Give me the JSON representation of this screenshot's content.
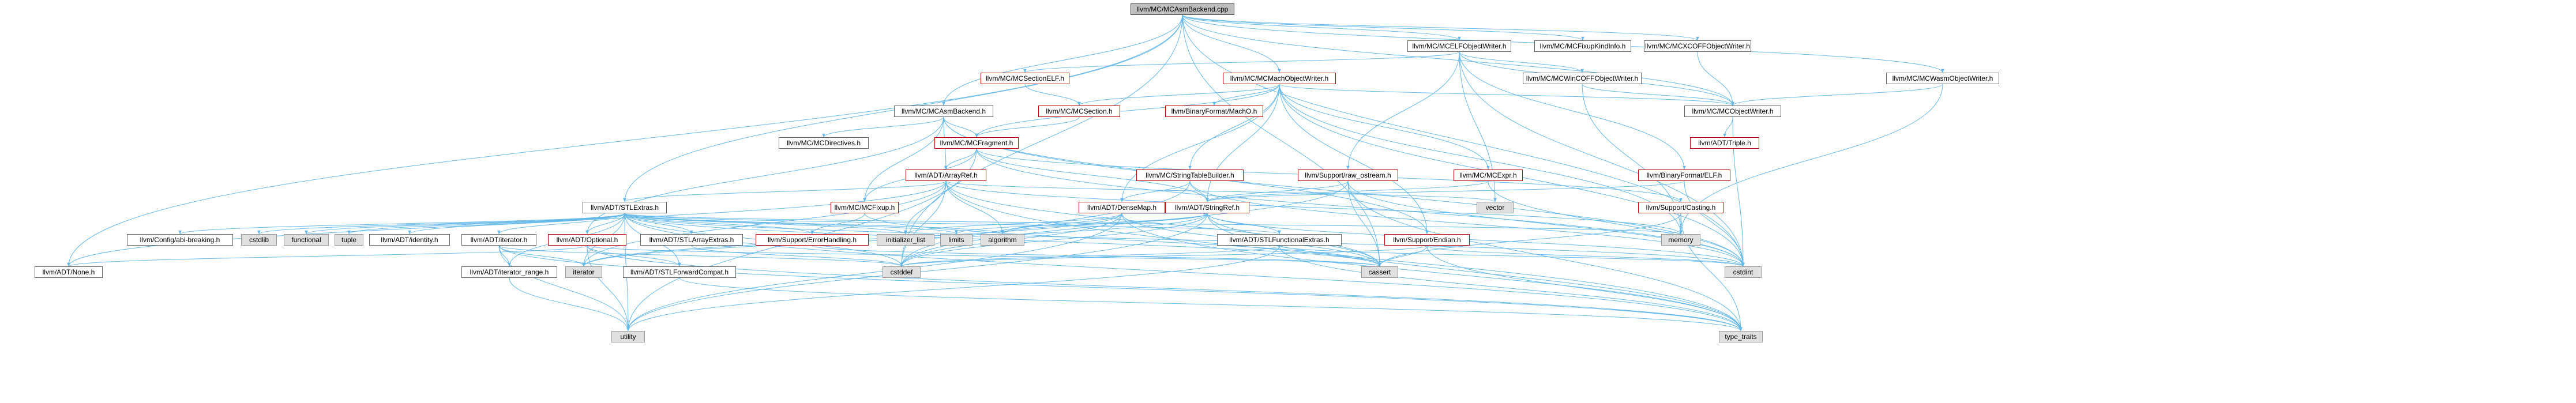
{
  "graph": {
    "nodes": [
      {
        "id": "root",
        "label": "llvm/MC/MCAsmBackend.cpp",
        "kind": "root"
      },
      {
        "id": "elfw",
        "label": "llvm/MC/MCELFObjectWriter.h",
        "kind": "normal"
      },
      {
        "id": "fixk",
        "label": "llvm/MC/MCFixupKindInfo.h",
        "kind": "normal"
      },
      {
        "id": "xcoff",
        "label": "llvm/MC/MCXCOFFObjectWriter.h",
        "kind": "normal"
      },
      {
        "id": "wasm",
        "label": "llvm/MC/MCWasmObjectWriter.h",
        "kind": "normal"
      },
      {
        "id": "secelf",
        "label": "llvm/MC/MCSectionELF.h",
        "kind": "red"
      },
      {
        "id": "macho",
        "label": "llvm/MC/MCMachObjectWriter.h",
        "kind": "red"
      },
      {
        "id": "wincoff",
        "label": "llvm/MC/MCWinCOFFObjectWriter.h",
        "kind": "normal"
      },
      {
        "id": "asmb",
        "label": "llvm/MC/MCAsmBackend.h",
        "kind": "normal"
      },
      {
        "id": "section",
        "label": "llvm/MC/MCSection.h",
        "kind": "red"
      },
      {
        "id": "bmacho",
        "label": "llvm/BinaryFormat/MachO.h",
        "kind": "red"
      },
      {
        "id": "objw",
        "label": "llvm/MC/MCObjectWriter.h",
        "kind": "normal"
      },
      {
        "id": "directives",
        "label": "llvm/MC/MCDirectives.h",
        "kind": "normal"
      },
      {
        "id": "fragment",
        "label": "llvm/MC/MCFragment.h",
        "kind": "red"
      },
      {
        "id": "triple",
        "label": "llvm/ADT/Triple.h",
        "kind": "red"
      },
      {
        "id": "arrayref",
        "label": "llvm/ADT/ArrayRef.h",
        "kind": "red"
      },
      {
        "id": "stb",
        "label": "llvm/MC/StringTableBuilder.h",
        "kind": "red"
      },
      {
        "id": "rawos",
        "label": "llvm/Support/raw_ostream.h",
        "kind": "red"
      },
      {
        "id": "expr",
        "label": "llvm/MC/MCExpr.h",
        "kind": "red"
      },
      {
        "id": "belf",
        "label": "llvm/BinaryFormat/ELF.h",
        "kind": "red"
      },
      {
        "id": "vector",
        "label": "vector",
        "kind": "sys"
      },
      {
        "id": "stlextras",
        "label": "llvm/ADT/STLExtras.h",
        "kind": "normal"
      },
      {
        "id": "fixup",
        "label": "llvm/MC/MCFixup.h",
        "kind": "red"
      },
      {
        "id": "densemap",
        "label": "llvm/ADT/DenseMap.h",
        "kind": "red"
      },
      {
        "id": "stringref",
        "label": "llvm/ADT/StringRef.h",
        "kind": "red"
      },
      {
        "id": "casting",
        "label": "llvm/Support/Casting.h",
        "kind": "red"
      },
      {
        "id": "memory",
        "label": "memory",
        "kind": "sys"
      },
      {
        "id": "cfgbreak",
        "label": "llvm/Config/abi-breaking.h",
        "kind": "normal"
      },
      {
        "id": "cstdlib",
        "label": "cstdlib",
        "kind": "sys"
      },
      {
        "id": "functional",
        "label": "functional",
        "kind": "sys"
      },
      {
        "id": "tuple",
        "label": "tuple",
        "kind": "sys"
      },
      {
        "id": "identity",
        "label": "llvm/ADT/identity.h",
        "kind": "normal"
      },
      {
        "id": "iteratorh",
        "label": "llvm/ADT/iterator.h",
        "kind": "normal"
      },
      {
        "id": "optional",
        "label": "llvm/ADT/Optional.h",
        "kind": "red"
      },
      {
        "id": "stlarray",
        "label": "llvm/ADT/STLArrayExtras.h",
        "kind": "normal"
      },
      {
        "id": "errhand",
        "label": "llvm/Support/ErrorHandling.h",
        "kind": "red"
      },
      {
        "id": "initlist",
        "label": "initializer_list",
        "kind": "sys"
      },
      {
        "id": "limits",
        "label": "limits",
        "kind": "sys"
      },
      {
        "id": "algorithm",
        "label": "algorithm",
        "kind": "sys"
      },
      {
        "id": "stlfunc",
        "label": "llvm/ADT/STLFunctionalExtras.h",
        "kind": "normal"
      },
      {
        "id": "endian",
        "label": "llvm/Support/Endian.h",
        "kind": "red"
      },
      {
        "id": "none",
        "label": "llvm/ADT/None.h",
        "kind": "normal"
      },
      {
        "id": "itrange",
        "label": "llvm/ADT/iterator_range.h",
        "kind": "normal"
      },
      {
        "id": "iterator",
        "label": "iterator",
        "kind": "sys"
      },
      {
        "id": "stlfwd",
        "label": "llvm/ADT/STLForwardCompat.h",
        "kind": "normal"
      },
      {
        "id": "cstddef",
        "label": "cstddef",
        "kind": "sys"
      },
      {
        "id": "cassert",
        "label": "cassert",
        "kind": "sys"
      },
      {
        "id": "cstdint",
        "label": "cstdint",
        "kind": "sys"
      },
      {
        "id": "utility",
        "label": "utility",
        "kind": "sys"
      },
      {
        "id": "typetraits",
        "label": "type_traits",
        "kind": "sys"
      }
    ],
    "edges": [
      [
        "root",
        "elfw"
      ],
      [
        "root",
        "fixk"
      ],
      [
        "root",
        "xcoff"
      ],
      [
        "root",
        "wasm"
      ],
      [
        "root",
        "macho"
      ],
      [
        "root",
        "asmb"
      ],
      [
        "root",
        "objw"
      ],
      [
        "root",
        "stlextras"
      ],
      [
        "root",
        "none"
      ],
      [
        "root",
        "cassert"
      ],
      [
        "root",
        "cstddef"
      ],
      [
        "root",
        "cstdint"
      ],
      [
        "elfw",
        "secelf"
      ],
      [
        "elfw",
        "wincoff"
      ],
      [
        "elfw",
        "objw"
      ],
      [
        "elfw",
        "rawos"
      ],
      [
        "elfw",
        "vector"
      ],
      [
        "elfw",
        "belf"
      ],
      [
        "elfw",
        "cstdint"
      ],
      [
        "xcoff",
        "objw"
      ],
      [
        "wasm",
        "objw"
      ],
      [
        "wasm",
        "memory"
      ],
      [
        "wincoff",
        "objw"
      ],
      [
        "wincoff",
        "memory"
      ],
      [
        "secelf",
        "section"
      ],
      [
        "macho",
        "section"
      ],
      [
        "macho",
        "bmacho"
      ],
      [
        "macho",
        "objw"
      ],
      [
        "macho",
        "expr"
      ],
      [
        "macho",
        "stb"
      ],
      [
        "macho",
        "fragment"
      ],
      [
        "macho",
        "stringref"
      ],
      [
        "macho",
        "densemap"
      ],
      [
        "macho",
        "endian"
      ],
      [
        "macho",
        "memory"
      ],
      [
        "macho",
        "cstdint"
      ],
      [
        "asmb",
        "directives"
      ],
      [
        "asmb",
        "fragment"
      ],
      [
        "asmb",
        "fixup"
      ],
      [
        "asmb",
        "arrayref"
      ],
      [
        "asmb",
        "optional"
      ],
      [
        "asmb",
        "endian"
      ],
      [
        "asmb",
        "cstdint"
      ],
      [
        "section",
        "fragment"
      ],
      [
        "objw",
        "triple"
      ],
      [
        "objw",
        "cstdint"
      ],
      [
        "fragment",
        "arrayref"
      ],
      [
        "fragment",
        "fixup"
      ],
      [
        "fragment",
        "stringref"
      ],
      [
        "fragment",
        "casting"
      ],
      [
        "fragment",
        "utility"
      ],
      [
        "fragment",
        "cstdint"
      ],
      [
        "arrayref",
        "stlextras"
      ],
      [
        "arrayref",
        "none"
      ],
      [
        "arrayref",
        "algorithm"
      ],
      [
        "arrayref",
        "cassert"
      ],
      [
        "arrayref",
        "cstddef"
      ],
      [
        "arrayref",
        "initlist"
      ],
      [
        "arrayref",
        "iterator"
      ],
      [
        "arrayref",
        "memory"
      ],
      [
        "arrayref",
        "typetraits"
      ],
      [
        "arrayref",
        "vector"
      ],
      [
        "stb",
        "densemap"
      ],
      [
        "stb",
        "stringref"
      ],
      [
        "stb",
        "cstddef"
      ],
      [
        "stb",
        "cstdint"
      ],
      [
        "rawos",
        "stringref"
      ],
      [
        "rawos",
        "cassert"
      ],
      [
        "rawos",
        "cstddef"
      ],
      [
        "rawos",
        "cstdint"
      ],
      [
        "rawos",
        "typetraits"
      ],
      [
        "expr",
        "stringref"
      ],
      [
        "expr",
        "cstdint"
      ],
      [
        "belf",
        "stringref"
      ],
      [
        "belf",
        "cstdint"
      ],
      [
        "casting",
        "memory"
      ],
      [
        "casting",
        "typetraits"
      ],
      [
        "casting",
        "cassert"
      ],
      [
        "stlextras",
        "cfgbreak"
      ],
      [
        "stlextras",
        "cstdlib"
      ],
      [
        "stlextras",
        "functional"
      ],
      [
        "stlextras",
        "tuple"
      ],
      [
        "stlextras",
        "identity"
      ],
      [
        "stlextras",
        "iteratorh"
      ],
      [
        "stlextras",
        "optional"
      ],
      [
        "stlextras",
        "stlarray"
      ],
      [
        "stlextras",
        "errhand"
      ],
      [
        "stlextras",
        "initlist"
      ],
      [
        "stlextras",
        "limits"
      ],
      [
        "stlextras",
        "algorithm"
      ],
      [
        "stlextras",
        "stlfunc"
      ],
      [
        "stlextras",
        "itrange"
      ],
      [
        "stlextras",
        "iterator"
      ],
      [
        "stlextras",
        "stlfwd"
      ],
      [
        "stlextras",
        "cstddef"
      ],
      [
        "stlextras",
        "cassert"
      ],
      [
        "stlextras",
        "cstdint"
      ],
      [
        "stlextras",
        "utility"
      ],
      [
        "stlextras",
        "typetraits"
      ],
      [
        "stlextras",
        "memory"
      ],
      [
        "fixup",
        "errhand"
      ],
      [
        "fixup",
        "cassert"
      ],
      [
        "densemap",
        "stringref"
      ],
      [
        "densemap",
        "algorithm"
      ],
      [
        "densemap",
        "cassert"
      ],
      [
        "densemap",
        "cstddef"
      ],
      [
        "densemap",
        "iterator"
      ],
      [
        "densemap",
        "new_"
      ],
      [
        "densemap",
        "typetraits"
      ],
      [
        "densemap",
        "utility"
      ],
      [
        "densemap",
        "initlist"
      ],
      [
        "stringref",
        "stlfunc"
      ],
      [
        "stringref",
        "iterator"
      ],
      [
        "stringref",
        "algorithm"
      ],
      [
        "stringref",
        "cassert"
      ],
      [
        "stringref",
        "cstddef"
      ],
      [
        "stringref",
        "limits"
      ],
      [
        "stringref",
        "typetraits"
      ],
      [
        "stringref",
        "utility"
      ],
      [
        "stringref",
        "cstdint"
      ],
      [
        "iteratorh",
        "itrange"
      ],
      [
        "iteratorh",
        "iterator"
      ],
      [
        "iteratorh",
        "cstddef"
      ],
      [
        "iteratorh",
        "typetraits"
      ],
      [
        "iteratorh",
        "utility"
      ],
      [
        "optional",
        "none"
      ],
      [
        "optional",
        "stlfwd"
      ],
      [
        "optional",
        "cassert"
      ],
      [
        "optional",
        "new_"
      ],
      [
        "optional",
        "utility"
      ],
      [
        "optional",
        "typetraits"
      ],
      [
        "stlarray",
        "cstddef"
      ],
      [
        "errhand",
        "cassert"
      ],
      [
        "stlfunc",
        "stlextras_"
      ],
      [
        "stlfunc",
        "cstddef"
      ],
      [
        "stlfunc",
        "cstdint"
      ],
      [
        "stlfunc",
        "typetraits"
      ],
      [
        "stlfunc",
        "utility"
      ],
      [
        "endian",
        "cassert"
      ],
      [
        "endian",
        "cstddef"
      ],
      [
        "endian",
        "cstdint"
      ],
      [
        "endian",
        "typetraits"
      ],
      [
        "itrange",
        "utility"
      ],
      [
        "stlfwd",
        "typetraits"
      ]
    ]
  }
}
